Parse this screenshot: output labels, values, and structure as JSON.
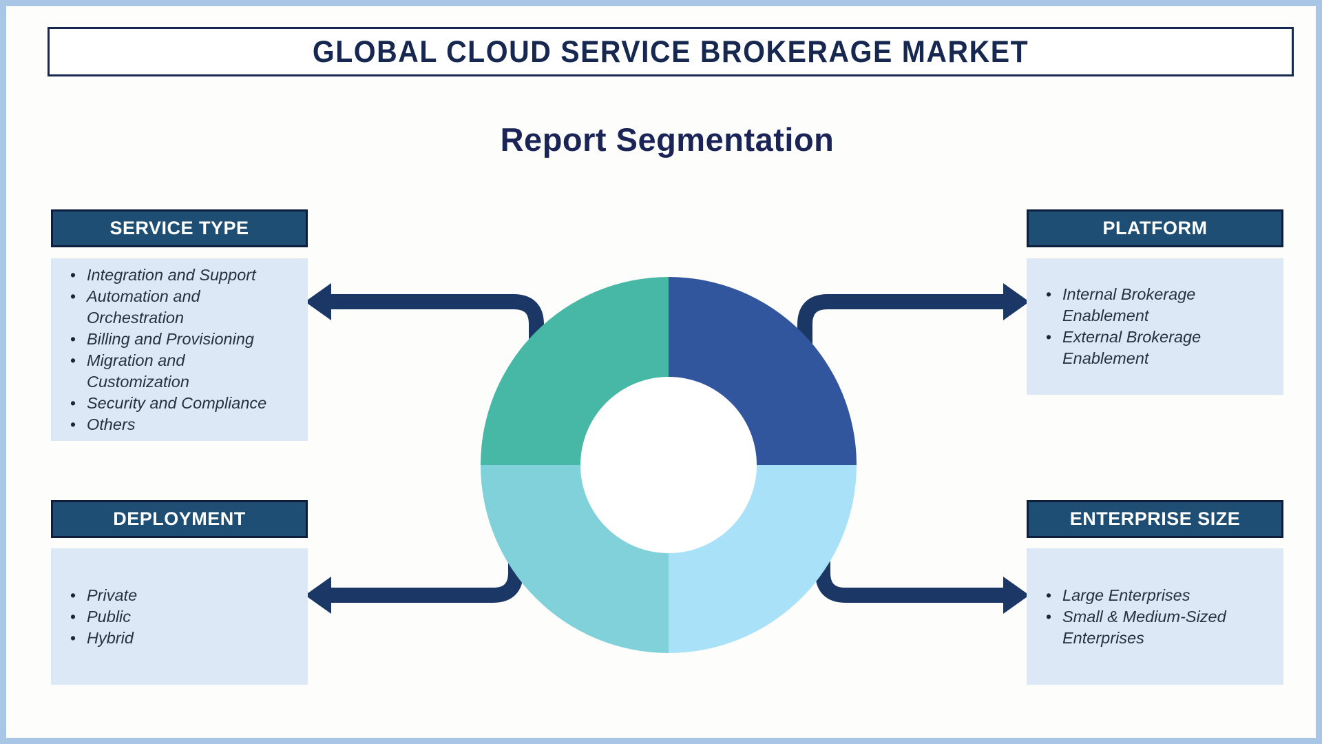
{
  "title": "GLOBAL CLOUD SERVICE BROKERAGE MARKET",
  "subtitle": "Report Segmentation",
  "bullet_glyph": "•",
  "segments": {
    "service_type": {
      "label": "SERVICE TYPE",
      "items": [
        "Integration and Support",
        "Automation and Orchestration",
        "Billing and Provisioning",
        "Migration and Customization",
        "Security and Compliance",
        "Others"
      ]
    },
    "platform": {
      "label": "PLATFORM",
      "items": [
        "Internal Brokerage Enablement",
        "External Brokerage Enablement"
      ]
    },
    "deployment": {
      "label": "DEPLOYMENT",
      "items": [
        "Private",
        "Public",
        "Hybrid"
      ]
    },
    "enterprise_size": {
      "label": "ENTERPRISE SIZE",
      "items": [
        "Large Enterprises",
        "Small & Medium-Sized Enterprises"
      ]
    }
  },
  "chart_data": {
    "type": "pie",
    "subtype": "donut",
    "note": "Decorative four-quadrant donut, equal quarters, no value labels",
    "segments": [
      {
        "position": "top-left",
        "color": "#47b7a6"
      },
      {
        "position": "top-right",
        "color": "#32569d"
      },
      {
        "position": "bottom-right",
        "color": "#a9e2f8"
      },
      {
        "position": "bottom-left",
        "color": "#80d1d9"
      }
    ]
  },
  "colors": {
    "frame": "#a9c6e6",
    "navy": "#1b3765",
    "title_navy": "#16284f",
    "header_bg": "#1f4e74",
    "header_border": "#0e1f3e",
    "list_bg": "#dce8f5",
    "donut_tl": "#47b7a6",
    "donut_tr": "#32569d",
    "donut_br": "#a9e2f8",
    "donut_bl": "#80d1d9",
    "hole": "#ffffff"
  }
}
